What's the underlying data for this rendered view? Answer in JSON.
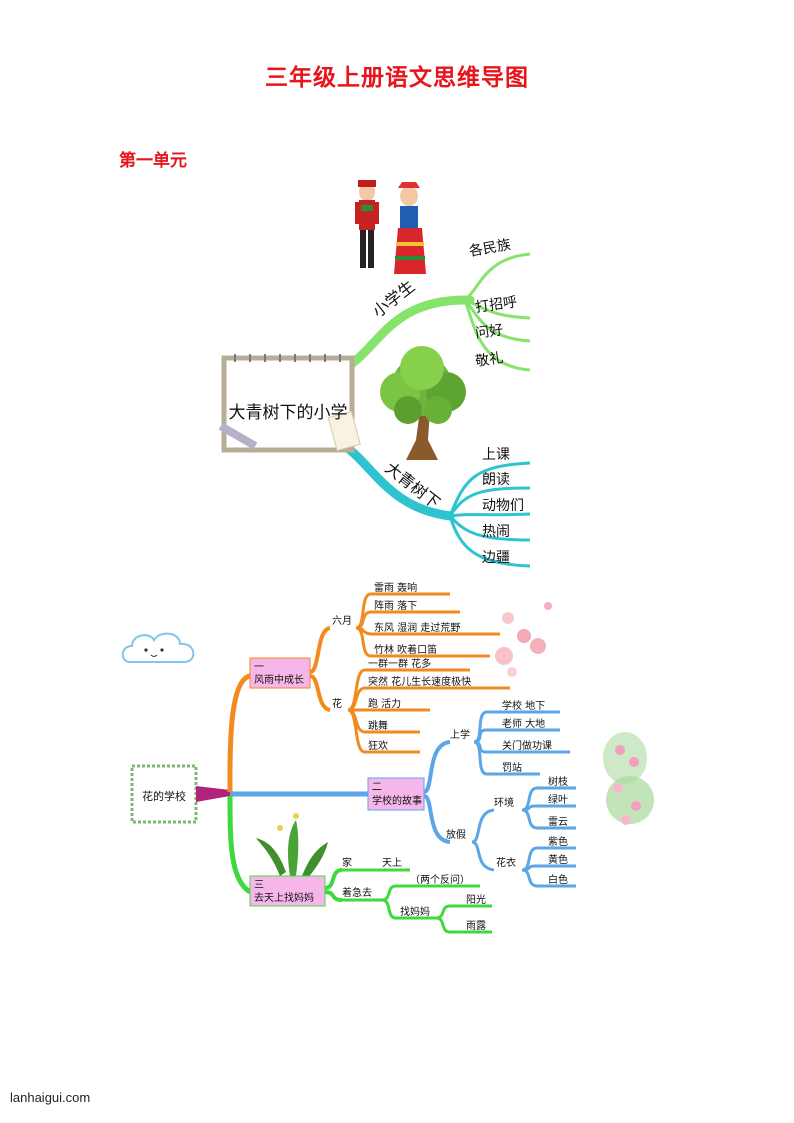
{
  "document": {
    "title": "三年级上册语文思维导图",
    "section": "第一单元",
    "footer": "lanhaigui.com"
  },
  "map1": {
    "center": "大青树下的小学",
    "branch_a": "小学生",
    "branch_a_items": [
      "各民族",
      "打招呼",
      "问好",
      "敬礼"
    ],
    "branch_b": "大青树下",
    "branch_b_items": [
      "上课",
      "朗读",
      "动物们",
      "热闹",
      "边疆"
    ],
    "colors": {
      "branch_a": "#86e36b",
      "branch_b": "#2ec4cf"
    }
  },
  "map2": {
    "center": "花的学校",
    "b1_num": "一",
    "b1_label": "风雨中成长",
    "b1_sub1": "六月",
    "b1_sub1_items": [
      "雷雨  轰响",
      "阵雨  落下",
      "东风  湿润  走过荒野",
      "竹林  吹着口笛"
    ],
    "b1_sub2": "花",
    "b1_sub2_items": [
      "一群一群  花多",
      "突然  花儿生长速度极快",
      "跑  活力",
      "跳舞",
      "狂欢"
    ],
    "b2_num": "二",
    "b2_label": "学校的故事",
    "b2_sub1": "上学",
    "b2_sub1_items": [
      "学校  地下",
      "老师  大地",
      "关门做功课",
      "罚站"
    ],
    "b2_sub2": "放假",
    "b2_sub2_a": "环境",
    "b2_sub2_a_items": [
      "树枝",
      "绿叶",
      "雷云"
    ],
    "b2_sub2_b": "花衣",
    "b2_sub2_b_items": [
      "紫色",
      "黄色",
      "白色"
    ],
    "b3_num": "三",
    "b3_label": "去天上找妈妈",
    "b3_sub1": "家",
    "b3_sub1_item": "天上",
    "b3_sub2": "着急去",
    "b3_sub2_note": "（两个反问）",
    "b3_sub2_a": "找妈妈",
    "b3_sub2_a_items": [
      "阳光",
      "雨露"
    ],
    "colors": {
      "b1": "#f28a1e",
      "b2": "#5aa6e6",
      "b3": "#3fd93f",
      "box": "#f7b6ea"
    }
  }
}
